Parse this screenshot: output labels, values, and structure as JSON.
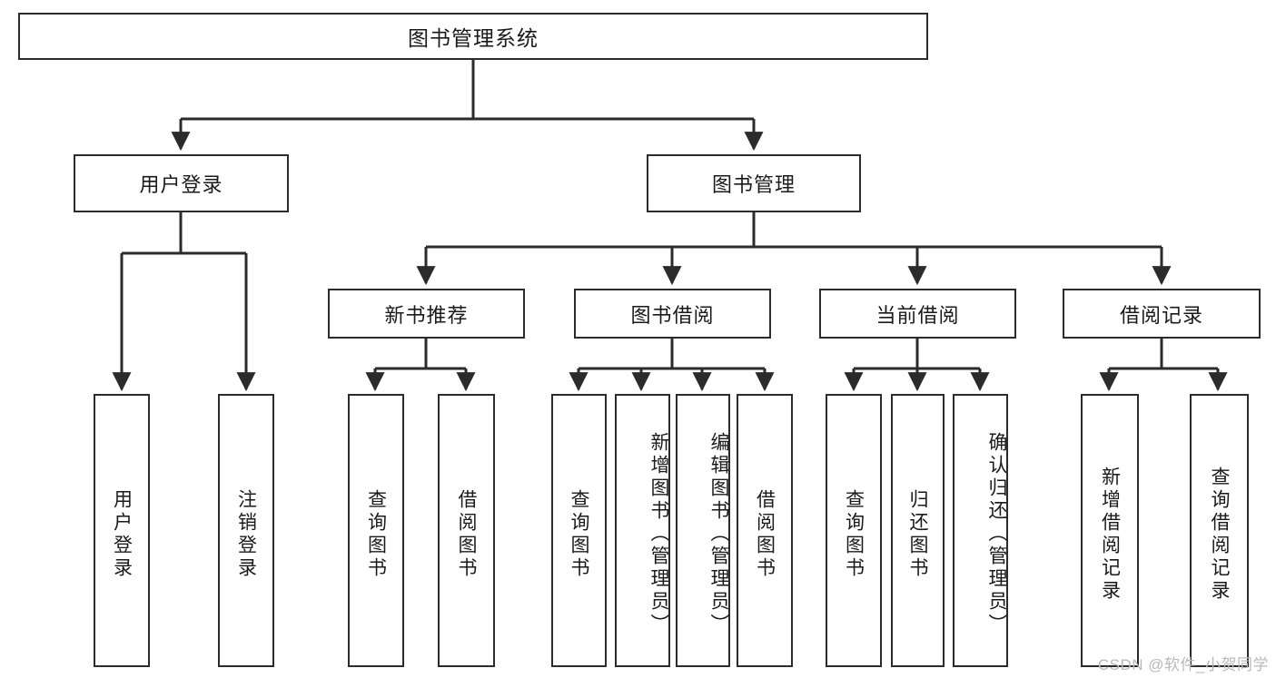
{
  "diagram": {
    "title": "图书管理系统",
    "type": "tree",
    "watermark": "CSDN @软件_小贺同学",
    "colors": {
      "box_border": "#2b2b2b",
      "box_fill": "#ffffff",
      "connector": "#2b2b2b",
      "text": "#1a1a1a",
      "watermark": "#b9b9b9",
      "background": "#ffffff"
    },
    "root": {
      "id": "root",
      "label": "图书管理系统"
    },
    "level2": [
      {
        "id": "user-login",
        "label": "用户登录"
      },
      {
        "id": "book-manage",
        "label": "图书管理"
      }
    ],
    "level3": [
      {
        "id": "new-book-recommend",
        "label": "新书推荐",
        "parent": "book-manage"
      },
      {
        "id": "book-borrow",
        "label": "图书借阅",
        "parent": "book-manage"
      },
      {
        "id": "current-borrow",
        "label": "当前借阅",
        "parent": "book-manage"
      },
      {
        "id": "borrow-record",
        "label": "借阅记录",
        "parent": "book-manage"
      }
    ],
    "leaves": [
      {
        "id": "leaf-user-login",
        "label": "用户登录",
        "parent": "user-login"
      },
      {
        "id": "leaf-user-logout",
        "label": "注销登录",
        "parent": "user-login"
      },
      {
        "id": "leaf-query-book-1",
        "label": "查询图书",
        "parent": "new-book-recommend"
      },
      {
        "id": "leaf-borrow-book-1",
        "label": "借阅图书",
        "parent": "new-book-recommend"
      },
      {
        "id": "leaf-query-book-2",
        "label": "查询图书",
        "parent": "book-borrow"
      },
      {
        "id": "leaf-add-book",
        "label": "新增图书（管理员）",
        "parent": "book-borrow"
      },
      {
        "id": "leaf-edit-book",
        "label": "编辑图书（管理员）",
        "parent": "book-borrow"
      },
      {
        "id": "leaf-borrow-book-2",
        "label": "借阅图书",
        "parent": "book-borrow"
      },
      {
        "id": "leaf-query-book-3",
        "label": "查询图书",
        "parent": "current-borrow"
      },
      {
        "id": "leaf-return-book",
        "label": "归还图书",
        "parent": "current-borrow"
      },
      {
        "id": "leaf-confirm-return",
        "label": "确认归还（管理员）",
        "parent": "current-borrow"
      },
      {
        "id": "leaf-add-record",
        "label": "新增借阅记录",
        "parent": "borrow-record"
      },
      {
        "id": "leaf-query-record",
        "label": "查询借阅记录",
        "parent": "borrow-record"
      }
    ]
  }
}
